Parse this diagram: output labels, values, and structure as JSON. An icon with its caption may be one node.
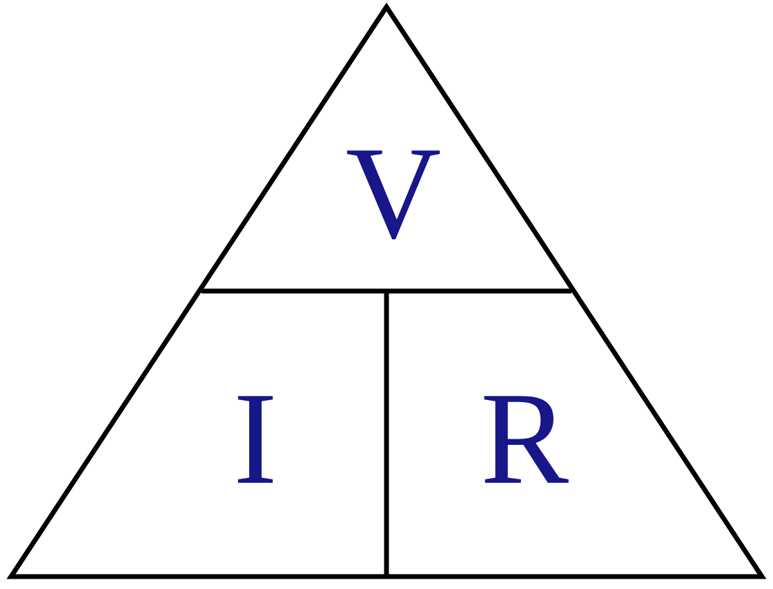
{
  "diagram": {
    "nodes": [
      {
        "text": [
          "V"
        ]
      },
      {
        "text": [
          "I"
        ]
      },
      {
        "text": [
          "R"
        ]
      }
    ]
  }
}
